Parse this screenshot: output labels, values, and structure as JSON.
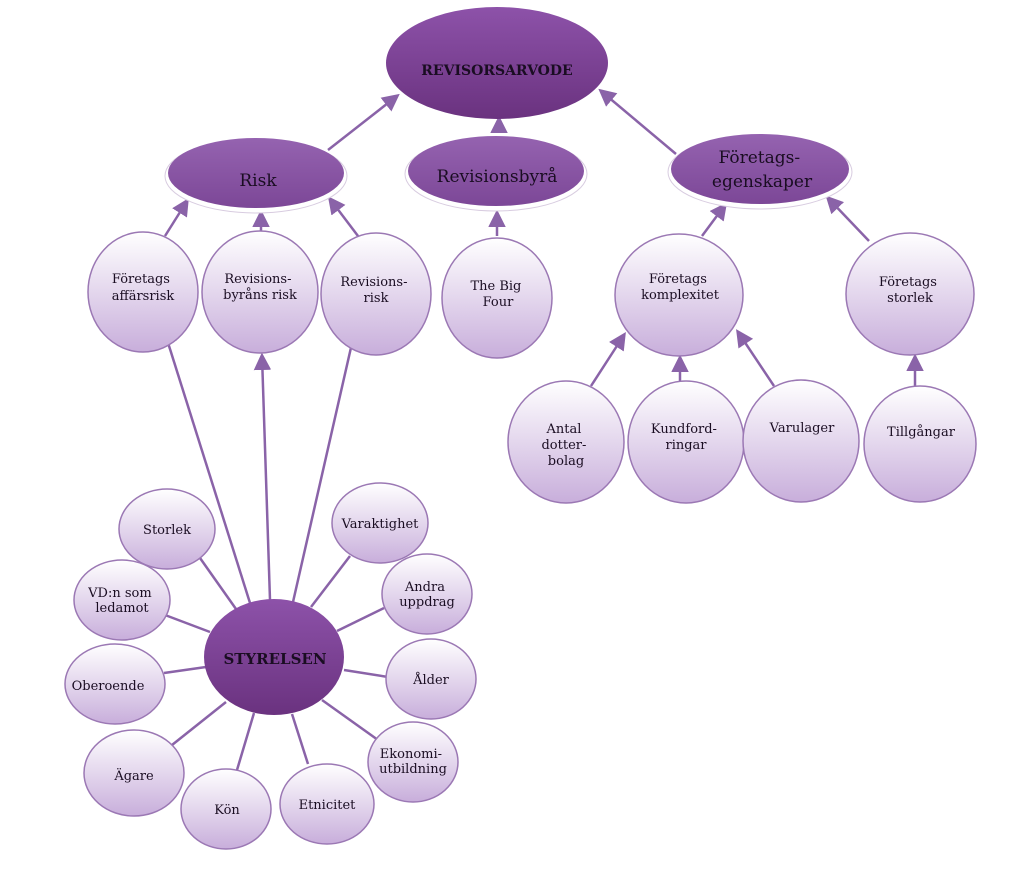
{
  "colors": {
    "dark_node": "#7b3f94",
    "mid_node": "#8a55a6",
    "light_node_top": "#ffffff",
    "light_node_bottom": "#c9b0dc",
    "node_border": "#9b78b4",
    "edge": "#8a63a8"
  },
  "nodes": {
    "revisorsarvode": "REVISORSARVODE",
    "risk": "Risk",
    "revisionsbyra": "Revisionsbyrå",
    "foretagsegenskaper": [
      "Företags-",
      "egenskaper"
    ],
    "foretags_affarsrisk": [
      "Företags",
      "affärsrisk"
    ],
    "revisionsbyrans_risk": [
      "Revisions-",
      "byråns risk"
    ],
    "revisionsrisk": [
      "Revisions-",
      "risk"
    ],
    "big_four": [
      "The Big",
      "Four"
    ],
    "foretags_komplexitet": [
      "Företags",
      "komplexitet"
    ],
    "foretags_storlek": [
      "Företags",
      "storlek"
    ],
    "antal_dotterbolag": [
      "Antal",
      "dotter-",
      "bolag"
    ],
    "kundfordringar": [
      "Kundford-",
      "ringar"
    ],
    "varulager": "Varulager",
    "tillgangar": "Tillgångar",
    "styrelsen": "STYRELSEN",
    "storlek": "Storlek",
    "vd_som_ledamot": [
      "VD:n som",
      "ledamot"
    ],
    "oberoende": "Oberoende",
    "agare": "Ägare",
    "kon": "Kön",
    "etnicitet": "Etnicitet",
    "ekonomiutbildning": [
      "Ekonomi-",
      "utbildning"
    ],
    "alder": "Ålder",
    "andra_uppdrag": [
      "Andra",
      "uppdrag"
    ],
    "varaktighet": "Varaktighet"
  }
}
